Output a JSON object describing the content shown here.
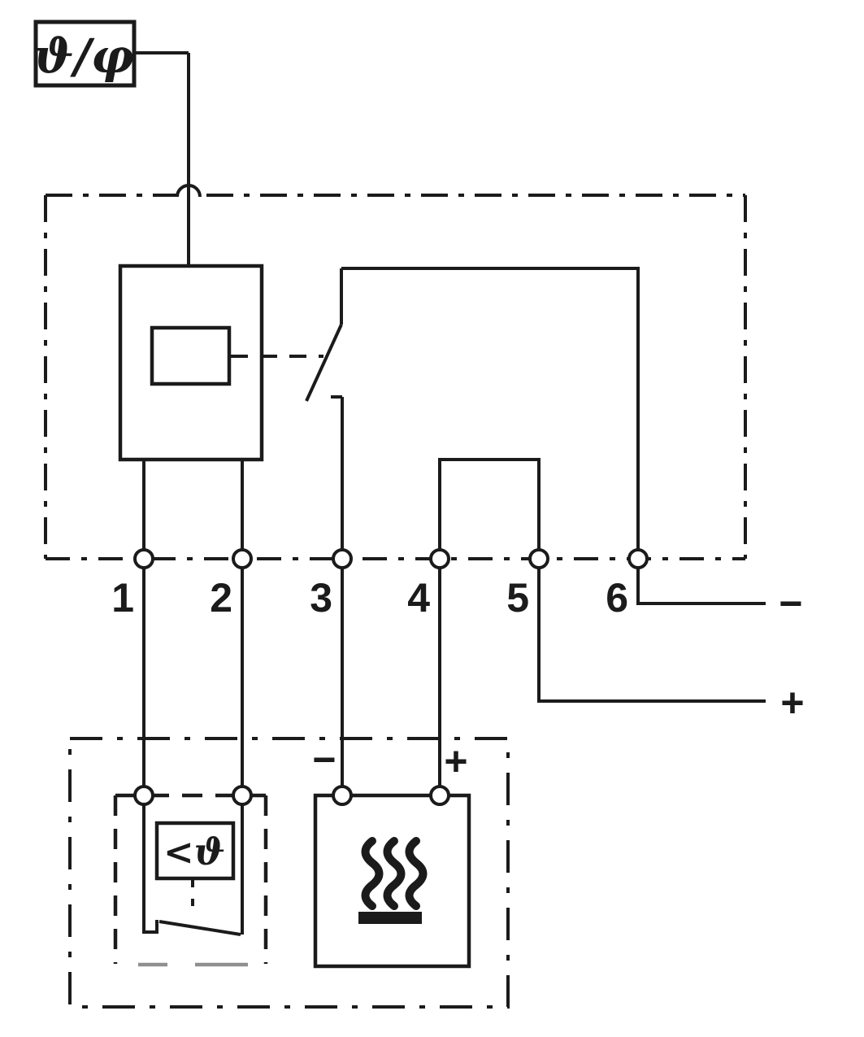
{
  "colors": {
    "line": "#1b1b1b",
    "muted": "#8f8f8f",
    "background": "#ffffff"
  },
  "schematic": {
    "kind": "wiring-schematic",
    "description": "Temperature/humidity sensor control unit: relay with switch contact, six-terminal strip, external thermostat and heating element in accessory enclosure, DC supply",
    "sensor_label": "ϑ/φ",
    "thermostat_label": "<ϑ",
    "terminal_labels": [
      "1",
      "2",
      "3",
      "4",
      "5",
      "6"
    ],
    "supply": {
      "negative": "−",
      "positive": "+"
    },
    "heater": {
      "negative": "−",
      "positive": "+"
    }
  }
}
